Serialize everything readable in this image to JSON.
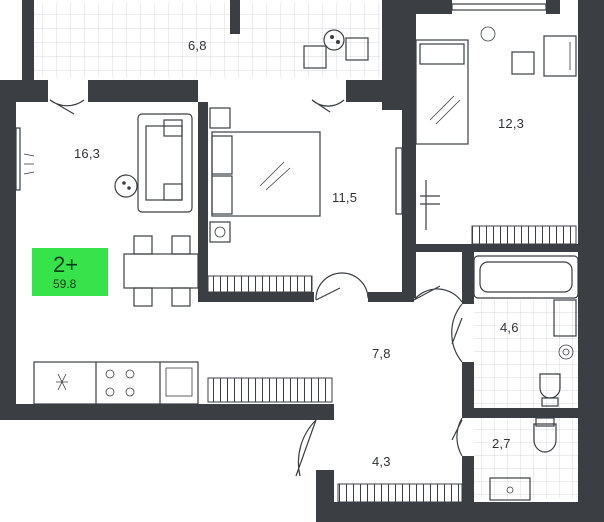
{
  "plan": {
    "badge": {
      "rooms": "2+",
      "area": "59.8",
      "color": "#37e34a"
    },
    "rooms": [
      {
        "id": "loggia",
        "area": "6,8"
      },
      {
        "id": "living-kitchen",
        "area": "16,3"
      },
      {
        "id": "bedroom-1",
        "area": "11,5"
      },
      {
        "id": "bedroom-2",
        "area": "12,3"
      },
      {
        "id": "hall",
        "area": "7,8"
      },
      {
        "id": "bathroom",
        "area": "4,6"
      },
      {
        "id": "toilet",
        "area": "2,7"
      },
      {
        "id": "entry",
        "area": "4,3"
      }
    ],
    "colors": {
      "wall": "#3b3f44",
      "line": "#3b3f44",
      "background": "#ffffff"
    }
  }
}
